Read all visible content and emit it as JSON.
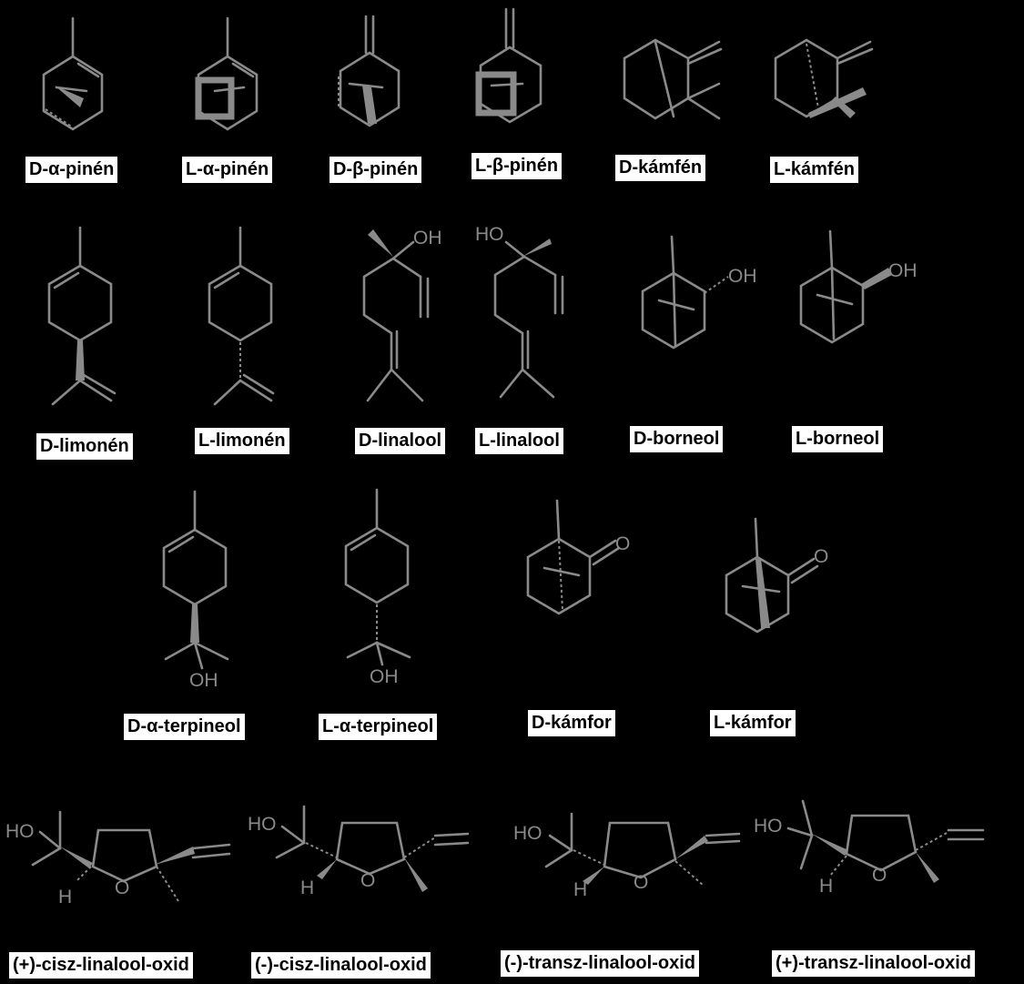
{
  "atoms": {
    "oh": "OH",
    "ho": "HO",
    "o": "O",
    "h": "H"
  },
  "compounds": [
    {
      "id": "d-a-pinen",
      "label": "D-α-pinén"
    },
    {
      "id": "l-a-pinen",
      "label": "L-α-pinén"
    },
    {
      "id": "d-b-pinen",
      "label": "D-β-pinén"
    },
    {
      "id": "l-b-pinen",
      "label": "L-β-pinén"
    },
    {
      "id": "d-kamfen",
      "label": "D-kámfén"
    },
    {
      "id": "l-kamfen",
      "label": "L-kámfén"
    },
    {
      "id": "d-limonen",
      "label": "D-limonén"
    },
    {
      "id": "l-limonen",
      "label": "L-limonén"
    },
    {
      "id": "d-linalool",
      "label": "D-linalool"
    },
    {
      "id": "l-linalool",
      "label": "L-linalool"
    },
    {
      "id": "d-borneol",
      "label": "D-borneol"
    },
    {
      "id": "l-borneol",
      "label": "L-borneol"
    },
    {
      "id": "d-a-terpineol",
      "label": "D-α-terpineol"
    },
    {
      "id": "l-a-terpineol",
      "label": "L-α-terpineol"
    },
    {
      "id": "d-kamfor",
      "label": "D-kámfor"
    },
    {
      "id": "l-kamfor",
      "label": "L-kámfor"
    },
    {
      "id": "p-cisz-linalool-oxid",
      "label": "(+)-cisz-linalool-oxid"
    },
    {
      "id": "m-cisz-linalool-oxid",
      "label": "(-)-cisz-linalool-oxid"
    },
    {
      "id": "m-transz-linalool-oxid",
      "label": "(-)-transz-linalool-oxid"
    },
    {
      "id": "p-transz-linalool-oxid",
      "label": "(+)-transz-linalool-oxid"
    }
  ]
}
